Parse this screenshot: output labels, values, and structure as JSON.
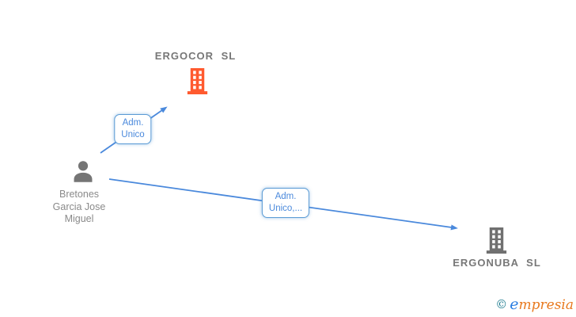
{
  "nodes": {
    "company_top": {
      "name": "ERGOCOR SL",
      "icon": "building-icon",
      "color": "#ff5a2f"
    },
    "person": {
      "name_lines": [
        "Bretones",
        "Garcia Jose",
        "Miguel"
      ],
      "icon": "person-icon",
      "color": "#757575"
    },
    "company_right": {
      "name": "ERGONUBA SL",
      "icon": "building-icon",
      "color": "#707070"
    }
  },
  "edges": [
    {
      "from": "person",
      "to": "ERGOCOR SL",
      "label_line1": "Adm.",
      "label_line2": "Unico"
    },
    {
      "from": "person",
      "to": "ERGONUBA SL",
      "label_line1": "Adm.",
      "label_line2": "Unico,..."
    }
  ],
  "watermark": {
    "copyright_symbol": "©",
    "brand_initial": "e",
    "brand_rest": "mpresia"
  },
  "colors": {
    "edge_blue": "#4a89dc",
    "label_border_blue": "#5b9bd5",
    "label_text_blue": "#4a89dc",
    "company_text_gray": "#777777",
    "person_text_gray": "#8a8a8a",
    "building_orange": "#ff5a2f",
    "building_gray": "#707070",
    "person_gray": "#757575",
    "logo_teal": "#1d7b8f",
    "logo_blue": "#2a7de1",
    "logo_orange": "#e8791e"
  }
}
